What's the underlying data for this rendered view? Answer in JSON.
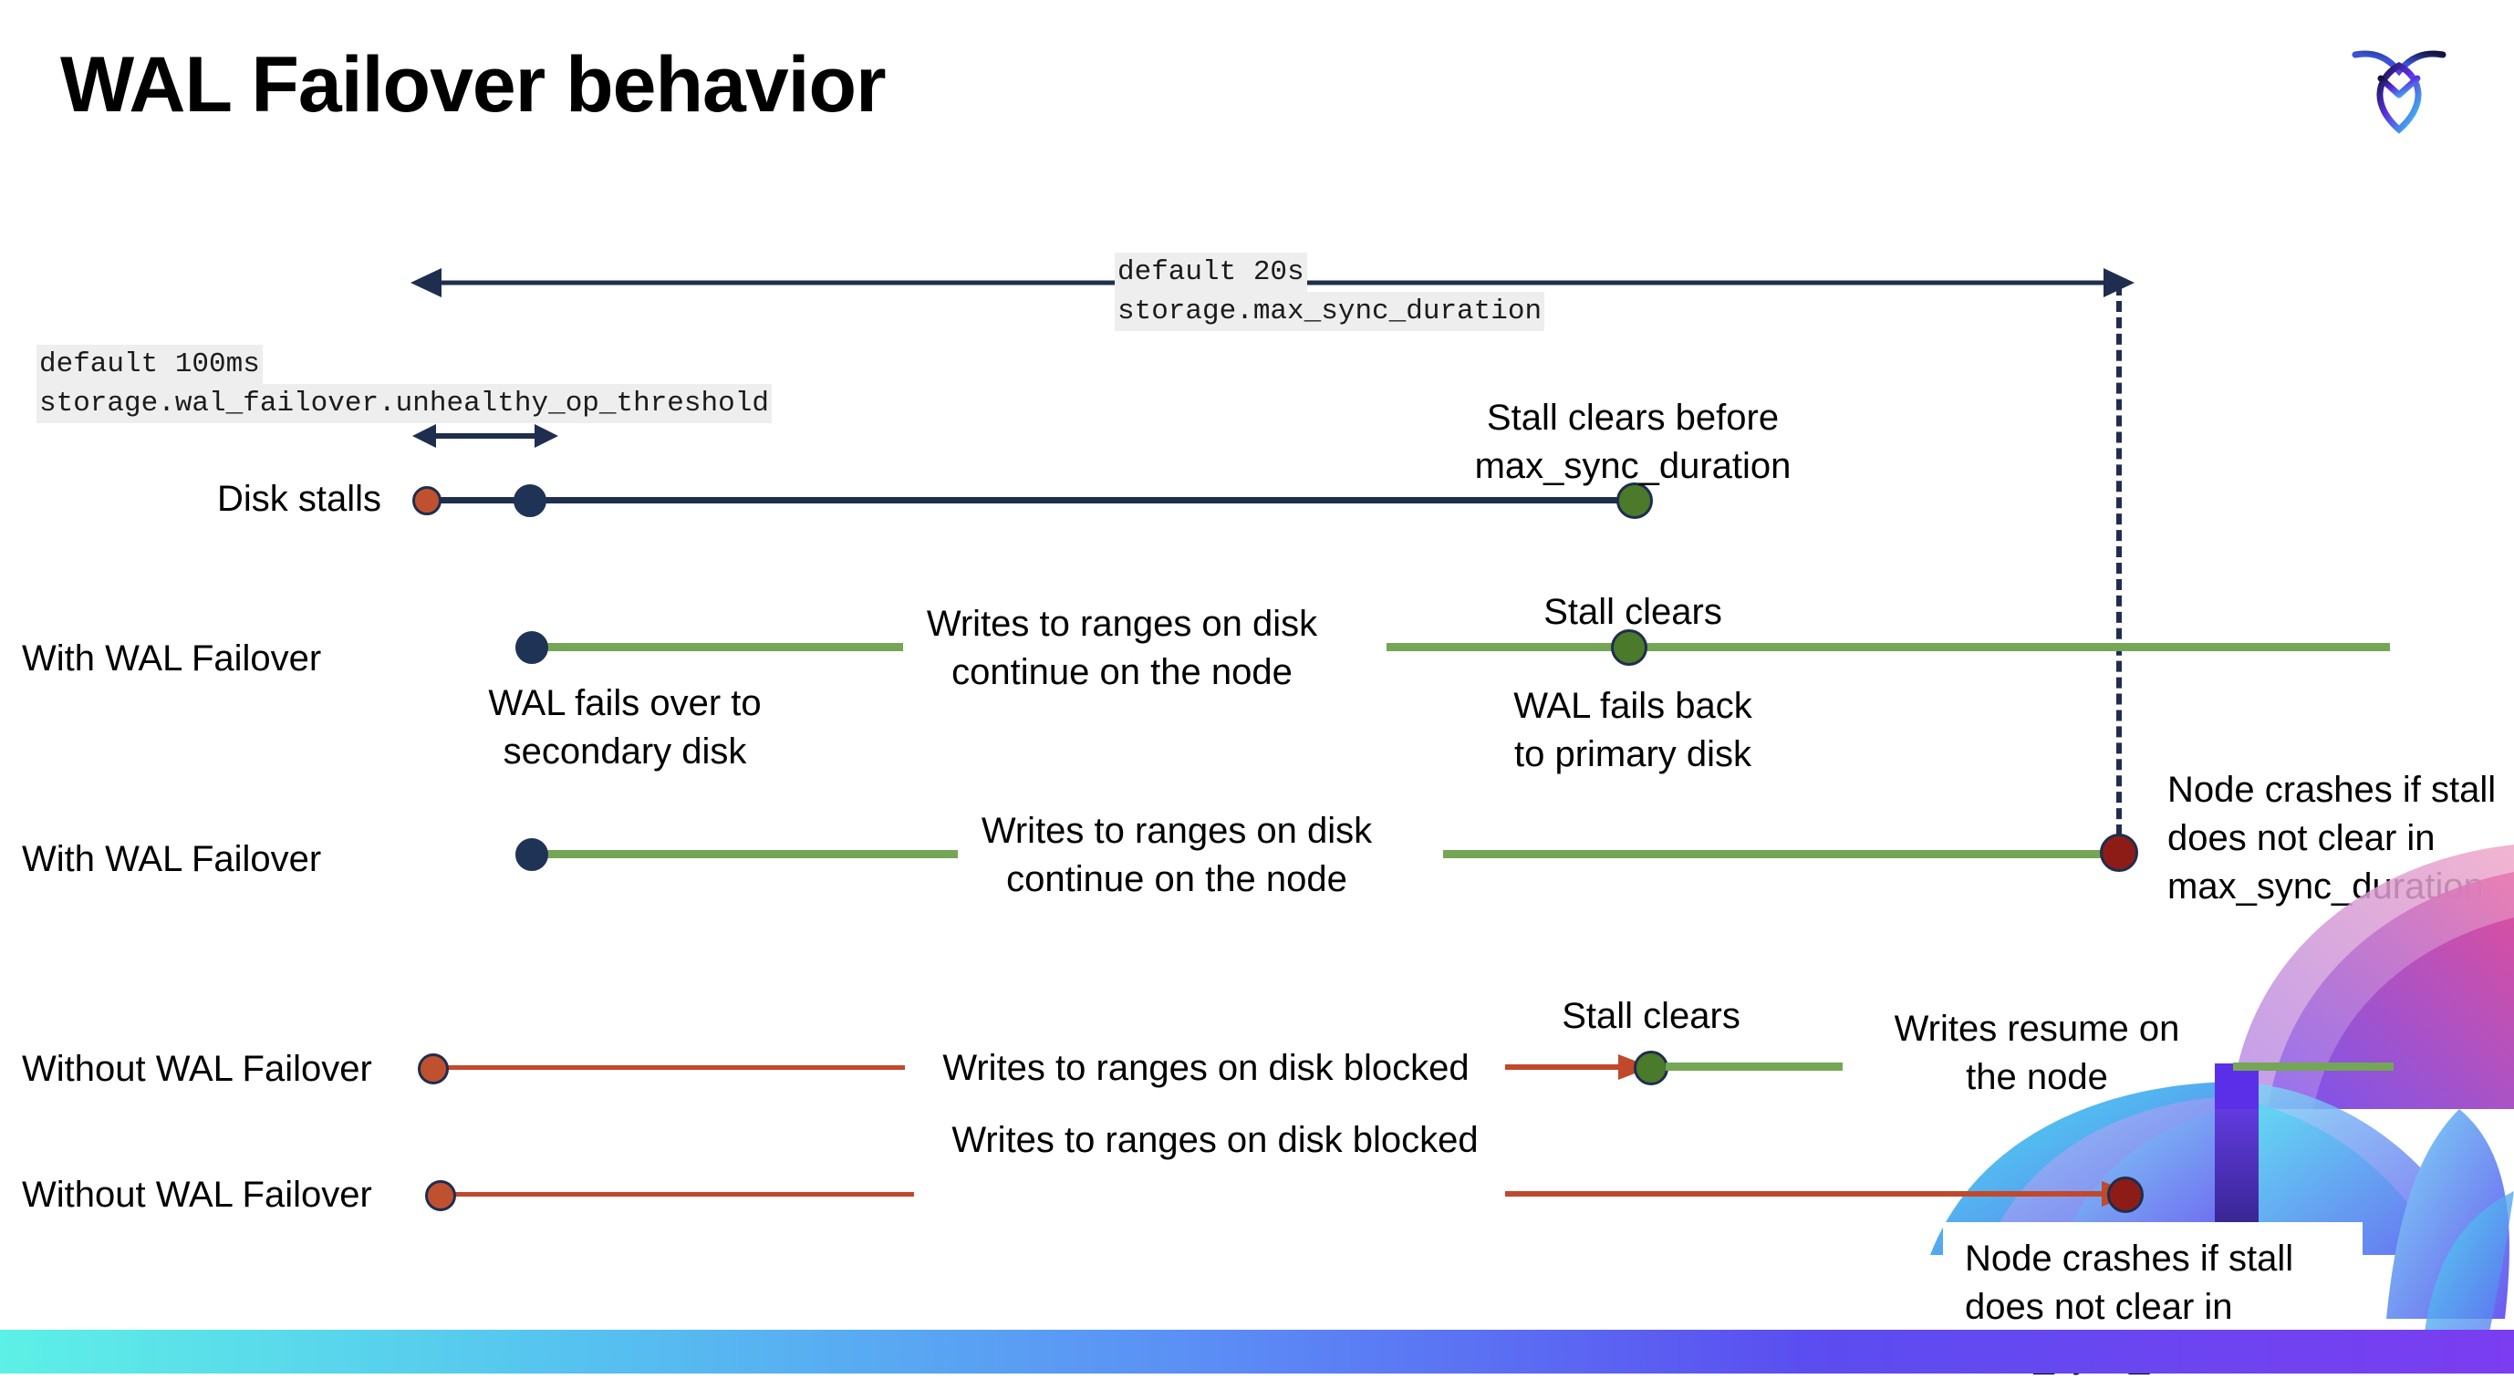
{
  "slide": {
    "title": "WAL Failover behavior",
    "logo_name": "cockroachdb-logo"
  },
  "settings": {
    "max_sync_duration": {
      "default_label": "default 20s",
      "name": "storage.max_sync_duration"
    },
    "unhealthy_op_threshold": {
      "default_label": "default 100ms",
      "name": "storage.wal_failover.unhealthy_op_threshold"
    }
  },
  "rows": [
    {
      "id": "disk-stalls",
      "label": "Disk stalls",
      "notes": [
        "Stall clears before",
        "max_sync_duration"
      ]
    },
    {
      "id": "with-wal-failover-1",
      "label": "With WAL Failover",
      "note_failover": [
        "WAL fails over to",
        "secondary disk"
      ],
      "note_writes": [
        "Writes to ranges on disk",
        "continue on the node"
      ],
      "note_stall": "Stall clears",
      "note_failback": [
        "WAL fails  back",
        "to primary disk"
      ]
    },
    {
      "id": "with-wal-failover-2",
      "label": "With WAL Failover",
      "note_writes": [
        "Writes to ranges on disk",
        "continue on the node"
      ],
      "note_crash": [
        "Node crashes if stall",
        "does not clear in",
        "max_sync_duration"
      ]
    },
    {
      "id": "without-wal-failover-1",
      "label": "Without WAL Failover",
      "note_blocked": "Writes to ranges on disk  blocked",
      "note_stall": "Stall clears",
      "note_resume": [
        "Writes resume on",
        "the node"
      ]
    },
    {
      "id": "without-wal-failover-2",
      "label": "Without WAL Failover",
      "note_blocked": "Writes to ranges on disk  blocked",
      "note_crash": [
        "Node crashes if stall",
        "does not clear in",
        "max_sync_duration"
      ]
    }
  ],
  "colors": {
    "navy": "#1f2d4e",
    "green_line": "#74a655",
    "green_dot": "#4a7a2a",
    "orange_dot": "#c0512f",
    "red_line": "#c0492b",
    "dark_red_dot": "#8e1c16",
    "chip_bg": "#eeeeee",
    "bar_start": "#5df0e6",
    "bar_end": "#7a3df0"
  }
}
